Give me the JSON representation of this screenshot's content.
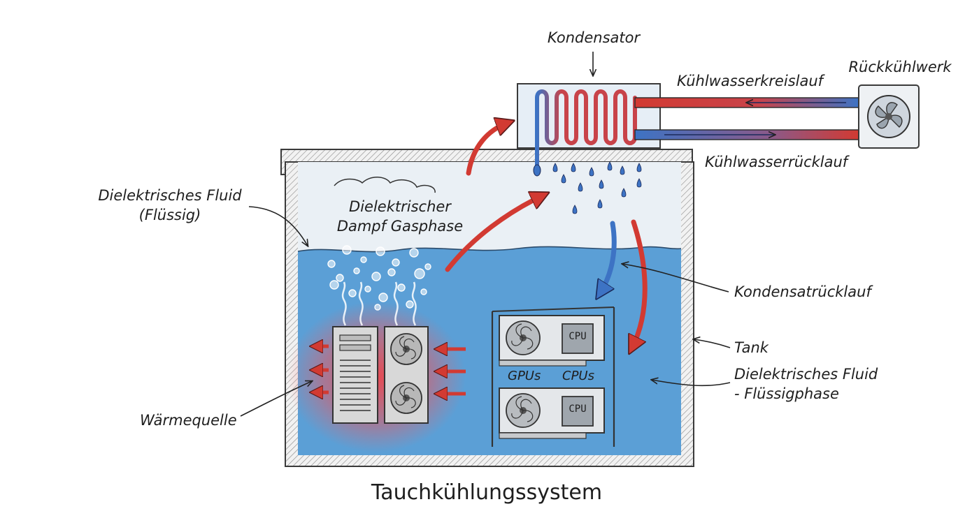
{
  "title": "Tauchkühlungssystem",
  "labels": {
    "kondensator": "Kondensator",
    "rueckkuehlwerk": "Rückkühlwerk",
    "kuehlwasserkreislauf": "Kühlwasserkreislauf",
    "kuehlwasserruecklauf": "Kühlwasserrücklauf",
    "fluid_fluessig_1": "Dielektrisches Fluid",
    "fluid_fluessig_2": "(Flüssig)",
    "dampf_1": "Dielektrischer",
    "dampf_2": "Dampf Gasphase",
    "kondensatruecklauf": "Kondensatrücklauf",
    "tank": "Tank",
    "fluid_phase_1": "Dielektrisches Fluid",
    "fluid_phase_2": "- Flüssigphase",
    "waermequelle": "Wärmequelle",
    "gpus": "GPUs",
    "cpus": "CPUs",
    "cpu_chip": "CPU"
  },
  "colors": {
    "liquid": "#5b9fd6",
    "vapor": "#eaf0f5",
    "hot": "#d23a32",
    "cold": "#3d73c4",
    "outline": "#3a3a3a"
  }
}
